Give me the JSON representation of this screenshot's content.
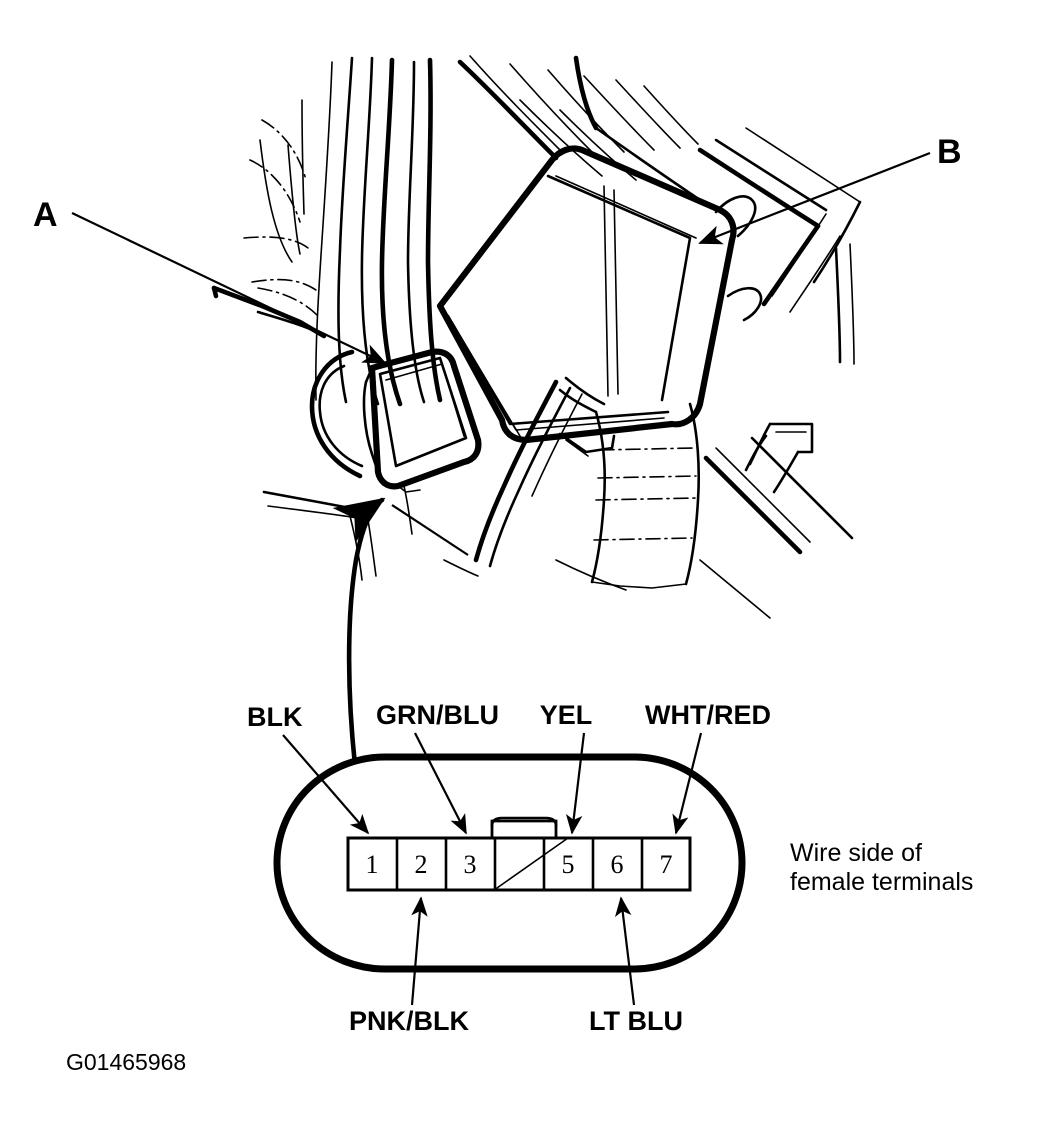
{
  "figure": {
    "id_label": "G01465968",
    "type": "automotive-wiring-connector-location-diagram"
  },
  "callouts": [
    {
      "key": "A",
      "label": "A",
      "points_to": "small-connector"
    },
    {
      "key": "B",
      "label": "B",
      "points_to": "large-relay-box"
    }
  ],
  "connector": {
    "note_line1": "Wire side of",
    "note_line2": "female terminals",
    "pins": [
      {
        "number": "1",
        "wire": "BLK",
        "label_position": "top"
      },
      {
        "number": "2",
        "wire": "PNK/BLK",
        "label_position": "bottom"
      },
      {
        "number": "3",
        "wire": "GRN/BLU",
        "label_position": "top"
      },
      {
        "number": "",
        "wire": "",
        "label_position": "none"
      },
      {
        "number": "5",
        "wire": "YEL",
        "label_position": "top"
      },
      {
        "number": "6",
        "wire": "LT BLU",
        "label_position": "bottom"
      },
      {
        "number": "7",
        "wire": "WHT/RED",
        "label_position": "top"
      }
    ],
    "top_labels": [
      {
        "text": "BLK",
        "pin": "1"
      },
      {
        "text": "GRN/BLU",
        "pin": "3"
      },
      {
        "text": "YEL",
        "pin": "5"
      },
      {
        "text": "WHT/RED",
        "pin": "7"
      }
    ],
    "bottom_labels": [
      {
        "text": "PNK/BLK",
        "pin": "2"
      },
      {
        "text": "LT BLU",
        "pin": "6"
      }
    ]
  },
  "colors": {
    "ink": "#000000",
    "background": "#ffffff"
  }
}
